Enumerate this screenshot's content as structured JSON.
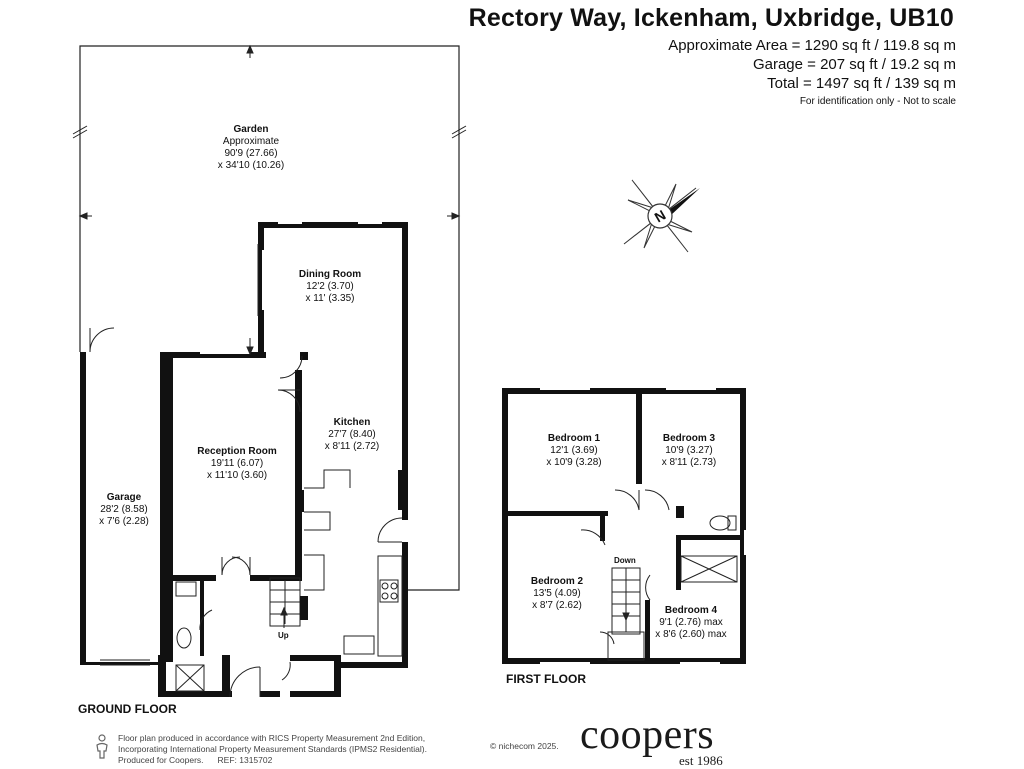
{
  "header": {
    "address": "Rectory Way, Ickenham, Uxbridge, UB10",
    "area_lines": [
      "Approximate Area = 1290 sq ft / 119.8 sq m",
      "Garage = 207 sq ft / 19.2 sq m",
      "Total = 1497 sq ft / 139 sq m"
    ],
    "disclaimer": "For identification only - Not to scale"
  },
  "compass": {
    "letter": "N",
    "icon": "compass-rose-icon"
  },
  "ground_floor": {
    "label": "GROUND FLOOR",
    "rooms": {
      "garden": {
        "name": "Garden",
        "lines": [
          "Approximate",
          "90'9 (27.66)",
          "x 34'10 (10.26)"
        ]
      },
      "dining": {
        "name": "Dining Room",
        "lines": [
          "12'2 (3.70)",
          "x 11' (3.35)"
        ]
      },
      "kitchen": {
        "name": "Kitchen",
        "lines": [
          "27'7 (8.40)",
          "x 8'11 (2.72)"
        ]
      },
      "reception": {
        "name": "Reception Room",
        "lines": [
          "19'11 (6.07)",
          "x 11'10 (3.60)"
        ]
      },
      "garage": {
        "name": "Garage",
        "lines": [
          "28'2 (8.58)",
          "x 7'6 (2.28)"
        ]
      }
    },
    "stairs_label": "Up"
  },
  "first_floor": {
    "label": "FIRST FLOOR",
    "rooms": {
      "bedroom1": {
        "name": "Bedroom 1",
        "lines": [
          "12'1 (3.69)",
          "x 10'9 (3.28)"
        ]
      },
      "bedroom3": {
        "name": "Bedroom 3",
        "lines": [
          "10'9 (3.27)",
          "x 8'11 (2.73)"
        ]
      },
      "bedroom2": {
        "name": "Bedroom 2",
        "lines": [
          "13'5 (4.09)",
          "x 8'7 (2.62)"
        ]
      },
      "bedroom4": {
        "name": "Bedroom 4",
        "lines": [
          "9'1 (2.76) max",
          "x 8'6 (2.60) max"
        ]
      }
    },
    "stairs_label": "Down"
  },
  "footer": {
    "lines": [
      "Floor plan produced in accordance with RICS Property Measurement 2nd Edition,",
      "Incorporating International Property Measurement Standards (IPMS2 Residential).",
      "Produced for Coopers."
    ],
    "ref": "REF: 1315702",
    "copyright": "© nichecom 2025.",
    "icon": "person-measure-icon"
  },
  "brand": {
    "name": "coopers",
    "tagline": "est 1986"
  },
  "colors": {
    "wall": "#111111",
    "line": "#222222",
    "text": "#111111",
    "muted": "#444444"
  }
}
